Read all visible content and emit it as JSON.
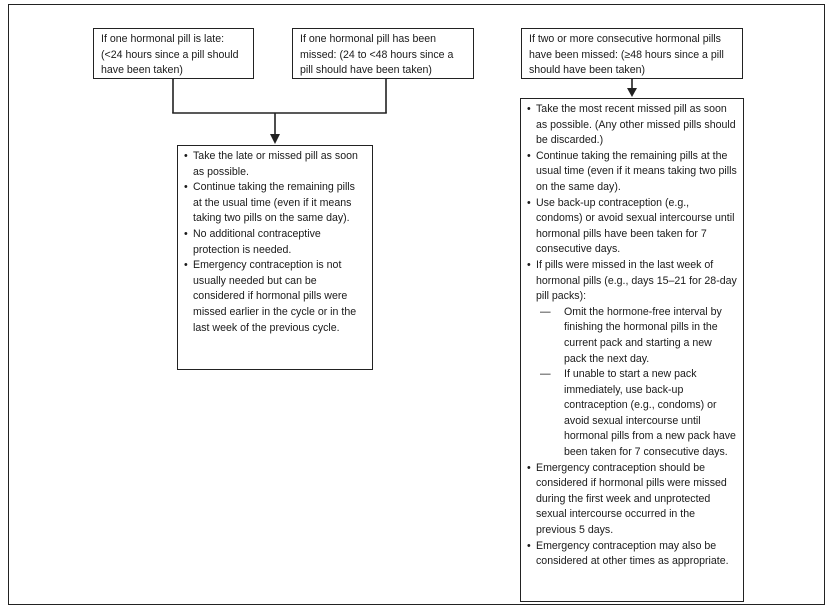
{
  "boxes": {
    "late": {
      "text": "If one hormonal pill is late: (<24 hours since a pill should have been taken)"
    },
    "missed_one": {
      "text": "If one hormonal pill has been missed: (24 to <48 hours since a pill should have been taken)"
    },
    "missed_two": {
      "text": "If two or more consecutive hormonal pills have been missed: (≥48 hours since a pill should have been taken)"
    }
  },
  "left_actions": [
    "Take the late or missed pill as soon as possible.",
    "Continue taking the remaining pills at the usual time (even if it means taking two pills on the same day).",
    "No additional contraceptive protection is needed.",
    "Emergency contraception is not usually needed but can be considered if hormonal pills were missed earlier in the cycle or in the last week of the previous cycle."
  ],
  "right_actions": {
    "item1": "Take the most recent missed pill as soon as possible. (Any other missed pills should be discarded.)",
    "item2": "Continue taking the remaining pills at the usual time (even if it means taking two pills on the same day).",
    "item3": "Use back-up contraception (e.g., condoms) or avoid sexual intercourse until hormonal pills have been taken for 7 consecutive days.",
    "item4": "If pills were missed in the last week of hormonal pills (e.g., days 15–21 for 28-day pill packs):",
    "item4_sub1": "Omit the hormone-free interval by finishing the hormonal pills in the current pack and starting a new pack the next day.",
    "item4_sub2": "If unable to start a new pack immediately, use back-up contraception (e.g., condoms) or avoid sexual intercourse until hormonal pills from a new pack have been taken for 7 consecutive days.",
    "item5": "Emergency contraception should be considered if hormonal pills were missed during the first week and unprotected sexual intercourse occurred in the previous 5 days.",
    "item6": "Emergency contraception may also be considered at other times as appropriate."
  }
}
